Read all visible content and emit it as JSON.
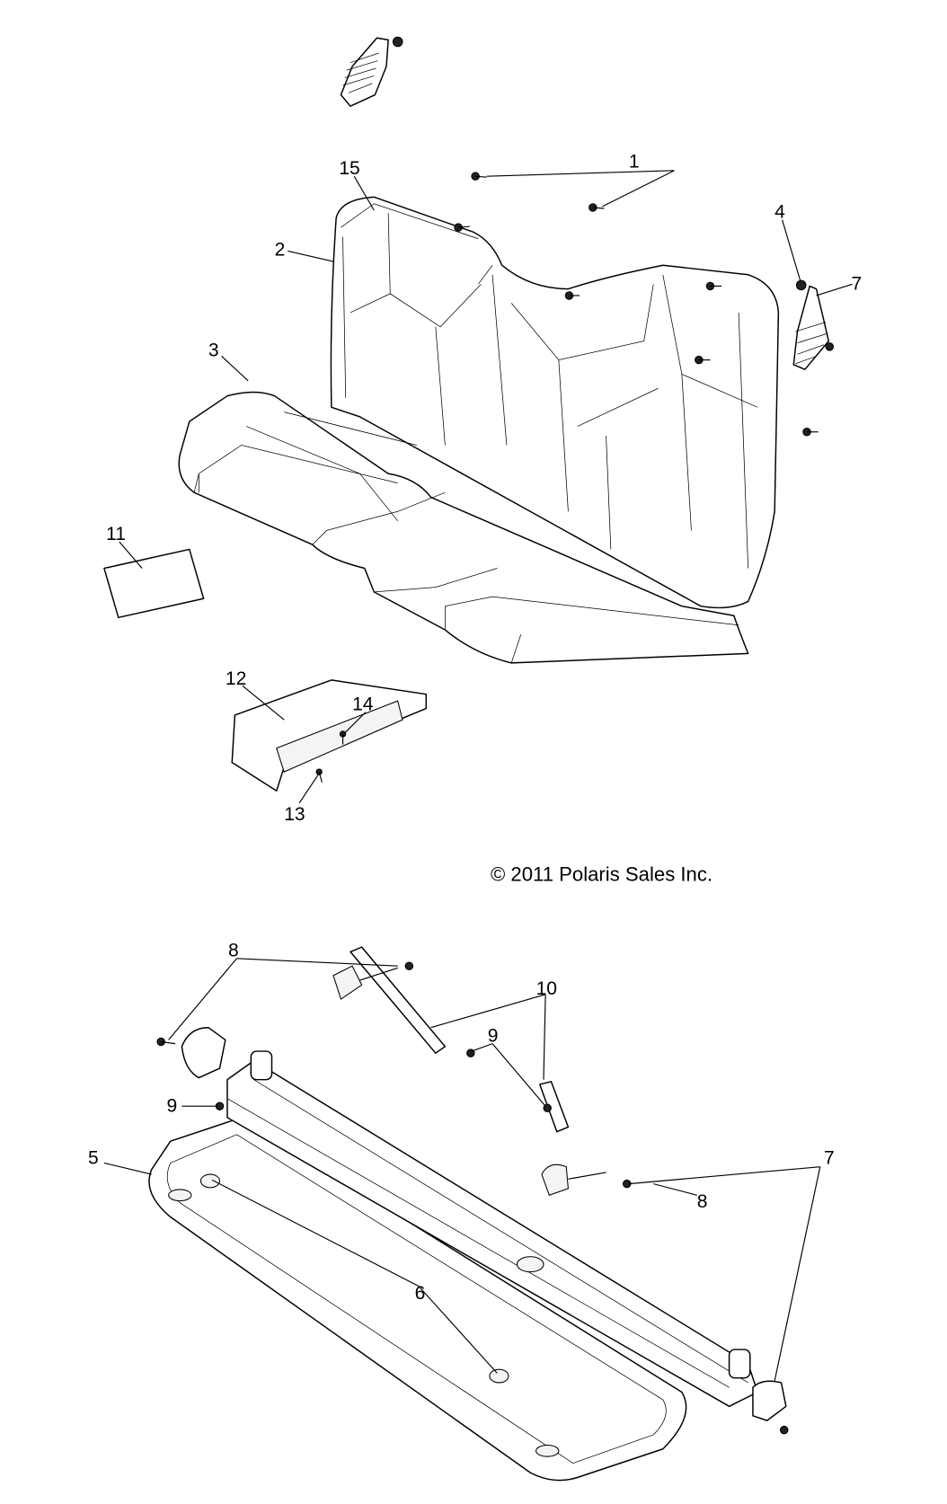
{
  "copyright": "© 2011 Polaris Sales Inc.",
  "callouts": {
    "c1": "1",
    "c15": "15",
    "c2": "2",
    "c3": "3",
    "c4": "4",
    "c7a": "7",
    "c11": "11",
    "c12": "12",
    "c14": "14",
    "c13": "13",
    "c8a": "8",
    "c10": "10",
    "c9a": "9",
    "c9b": "9",
    "c5": "5",
    "c6": "6",
    "c7b": "7",
    "c8b": "8"
  }
}
